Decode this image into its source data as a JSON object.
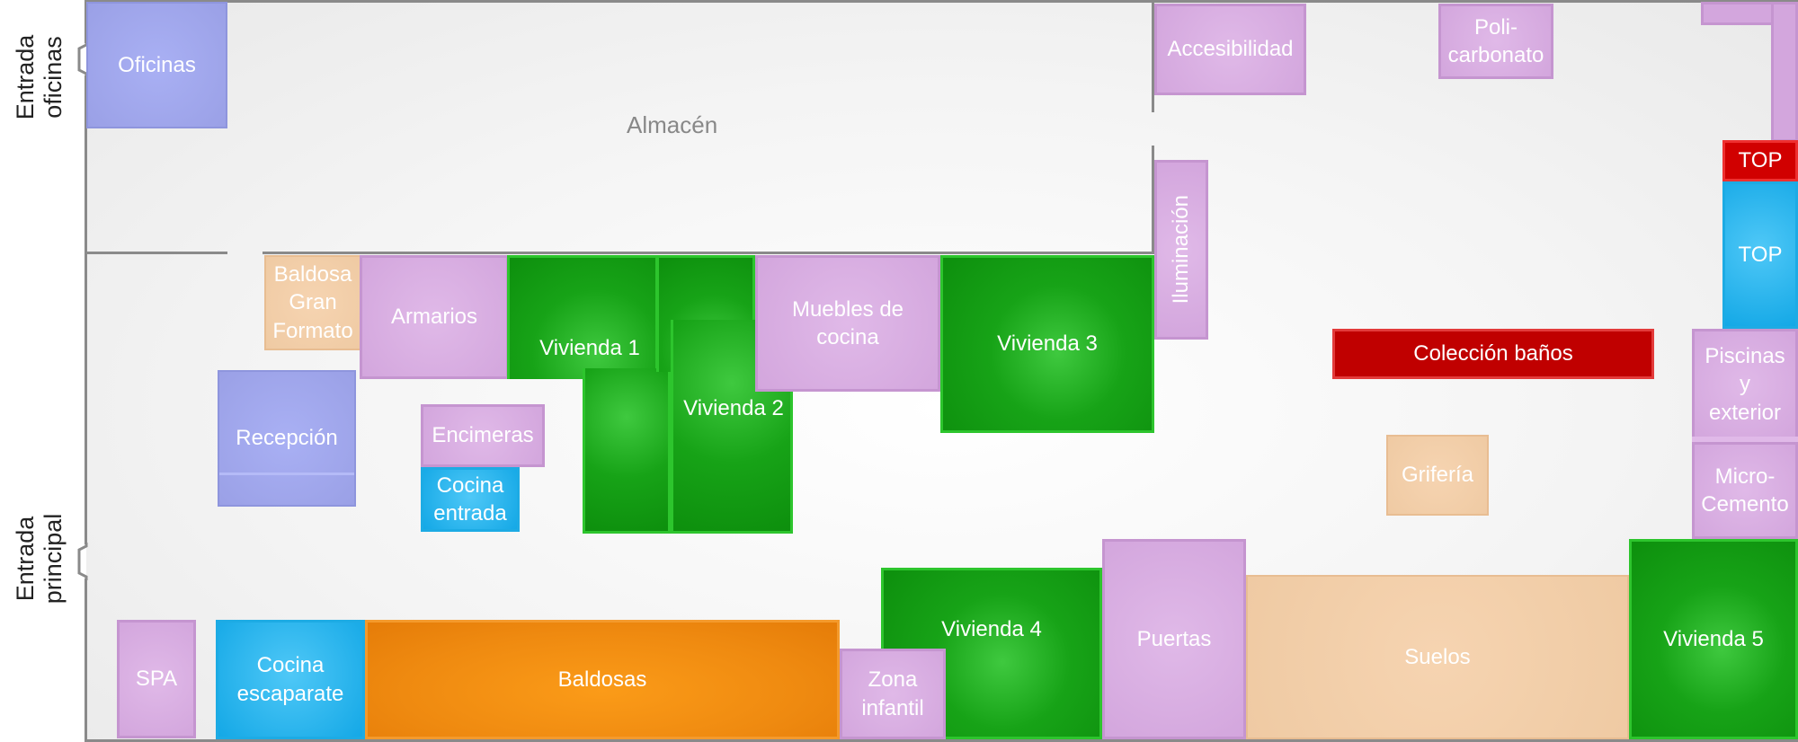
{
  "side_labels": {
    "oficinas": "Entrada\noficinas",
    "principal": "Entrada\nprincipal"
  },
  "warehouse_label": "Almacén",
  "zones": {
    "oficinas": "Oficinas",
    "accesibilidad": "Accesibilidad",
    "policarbonato": "Poli-\ncarbonato",
    "top_red": "TOP",
    "top_blue": "TOP",
    "iluminacion": "Iluminación",
    "baldosa_gran_formato": "Baldosa\nGran\nFormato",
    "armarios": "Armarios",
    "vivienda1": "Vivienda 1",
    "vivienda2": "Vivienda 2",
    "muebles_cocina": "Muebles de\ncocina",
    "vivienda3": "Vivienda 3",
    "coleccion_banos": "Colección baños",
    "piscinas": "Piscinas\ny\nexterior",
    "recepcion": "Recepción",
    "encimeras": "Encimeras",
    "cocina_entrada": "Cocina\nentrada",
    "griferia": "Grifería",
    "microcemento": "Micro-\nCemento",
    "spa": "SPA",
    "cocina_escaparate": "Cocina\nescaparate",
    "baldosas": "Baldosas",
    "zona_infantil": "Zona\ninfantil",
    "vivienda4": "Vivienda 4",
    "puertas": "Puertas",
    "suelos": "Suelos",
    "vivienda5": "Vivienda 5"
  },
  "colors": {
    "vivienda_green": "#17a317",
    "category_lilac": "#d3a6dd",
    "office_blue": "#9aa0e6",
    "kitchen_cyan": "#14a8e6",
    "tile_orange": "#ef8a10",
    "peach": "#efcaa3",
    "highlight_red": "#c00000"
  }
}
